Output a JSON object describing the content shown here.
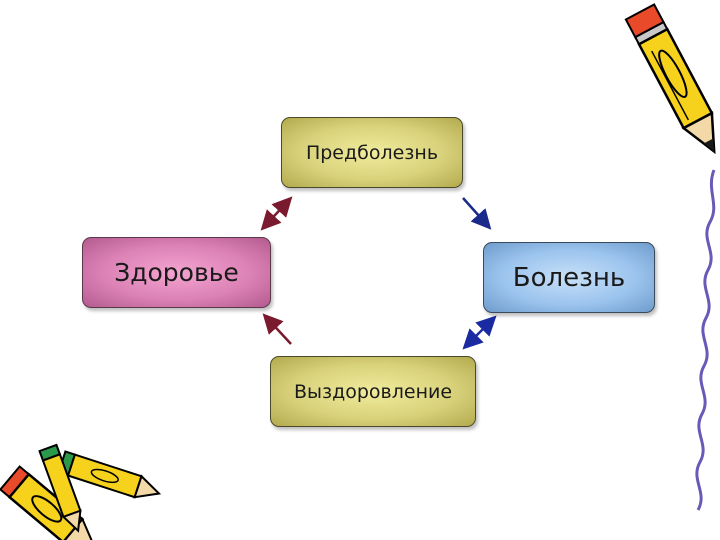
{
  "nodes": {
    "pre_disease": "Предболезнь",
    "health": "Здоровье",
    "disease": "Болезнь",
    "recovery": "Выздоровление"
  },
  "colors": {
    "arrow_health_pre": "#7a1a2e",
    "arrow_pre_disease": "#1a2a8a",
    "arrow_disease_recovery": "#1a2aa0",
    "arrow_recovery_health": "#7a1a2e"
  },
  "decorations": [
    "pencil-icon",
    "pencils-icon",
    "squiggle-line"
  ]
}
